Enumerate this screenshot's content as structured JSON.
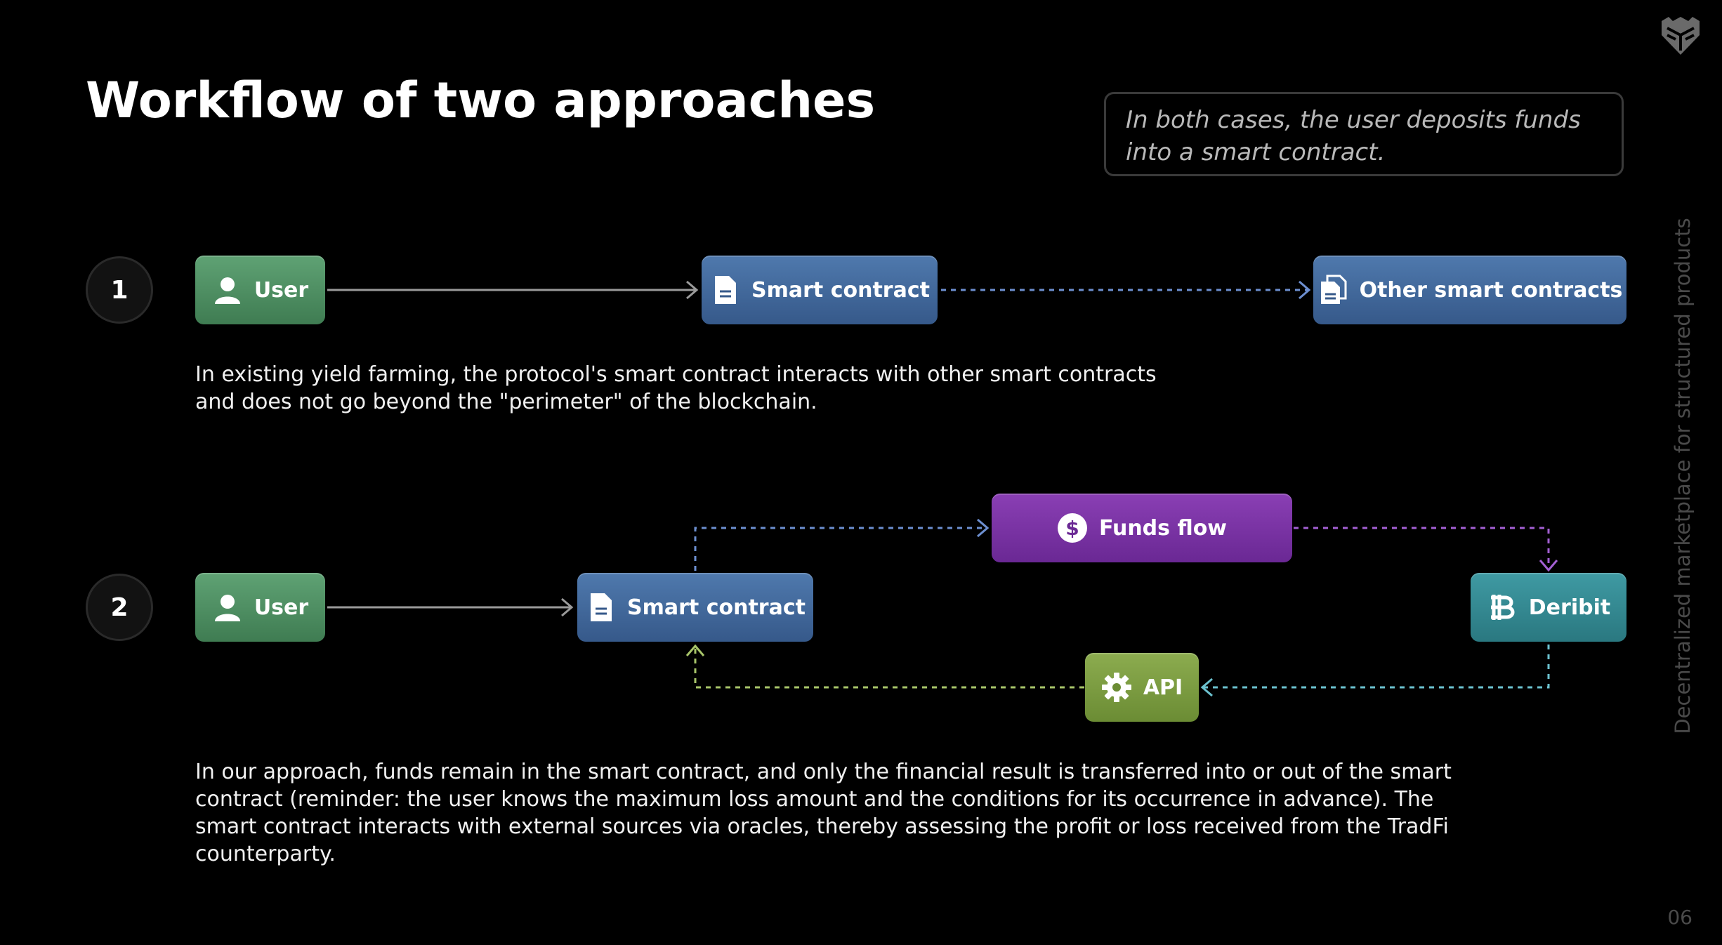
{
  "title": "Workflow of two approaches",
  "callout": {
    "line1": "In both cases, the user deposits funds",
    "line2": "into a smart contract."
  },
  "side_label": "Decentralized marketplace for structured products",
  "page_number": "06",
  "approach1": {
    "step": "1",
    "nodes": {
      "user": "User",
      "smart_contract": "Smart contract",
      "other_contracts": "Other smart contracts"
    },
    "description": {
      "line1": "In existing yield farming, the protocol's smart contract interacts with other smart contracts",
      "line2": "and does not go beyond the \"perimeter\" of the blockchain."
    }
  },
  "approach2": {
    "step": "2",
    "nodes": {
      "user": "User",
      "smart_contract": "Smart contract",
      "funds_flow": "Funds flow",
      "deribit": "Deribit",
      "api": "API"
    },
    "description": {
      "line1": "In our approach, funds remain in the smart contract, and only the financial result is transferred into or out of the smart",
      "line2": "contract (reminder: the user knows the maximum loss amount and the conditions for its occurrence in advance). The",
      "line3": "smart contract interacts with external sources via oracles, thereby assessing the profit or loss received from the TradFi",
      "line4": "counterparty."
    }
  },
  "icons": {
    "logo": "shield-logo-icon",
    "user": "user-icon",
    "smart_contract": "document-icon",
    "other_contracts": "documents-icon",
    "funds_flow": "dollar-coin-icon",
    "deribit": "bitcoin-icon",
    "api": "gear-icon"
  },
  "colors": {
    "green": "#4e8f61",
    "blue": "#4369a0",
    "purple": "#7a33a6",
    "teal": "#358a92",
    "olive": "#7c9c42",
    "arrow_solid": "#9a9a9a",
    "arrow_blue": "#6d8fd0",
    "arrow_purple": "#a460d4",
    "arrow_teal": "#6cc2cf",
    "arrow_olive": "#a8c56a"
  }
}
